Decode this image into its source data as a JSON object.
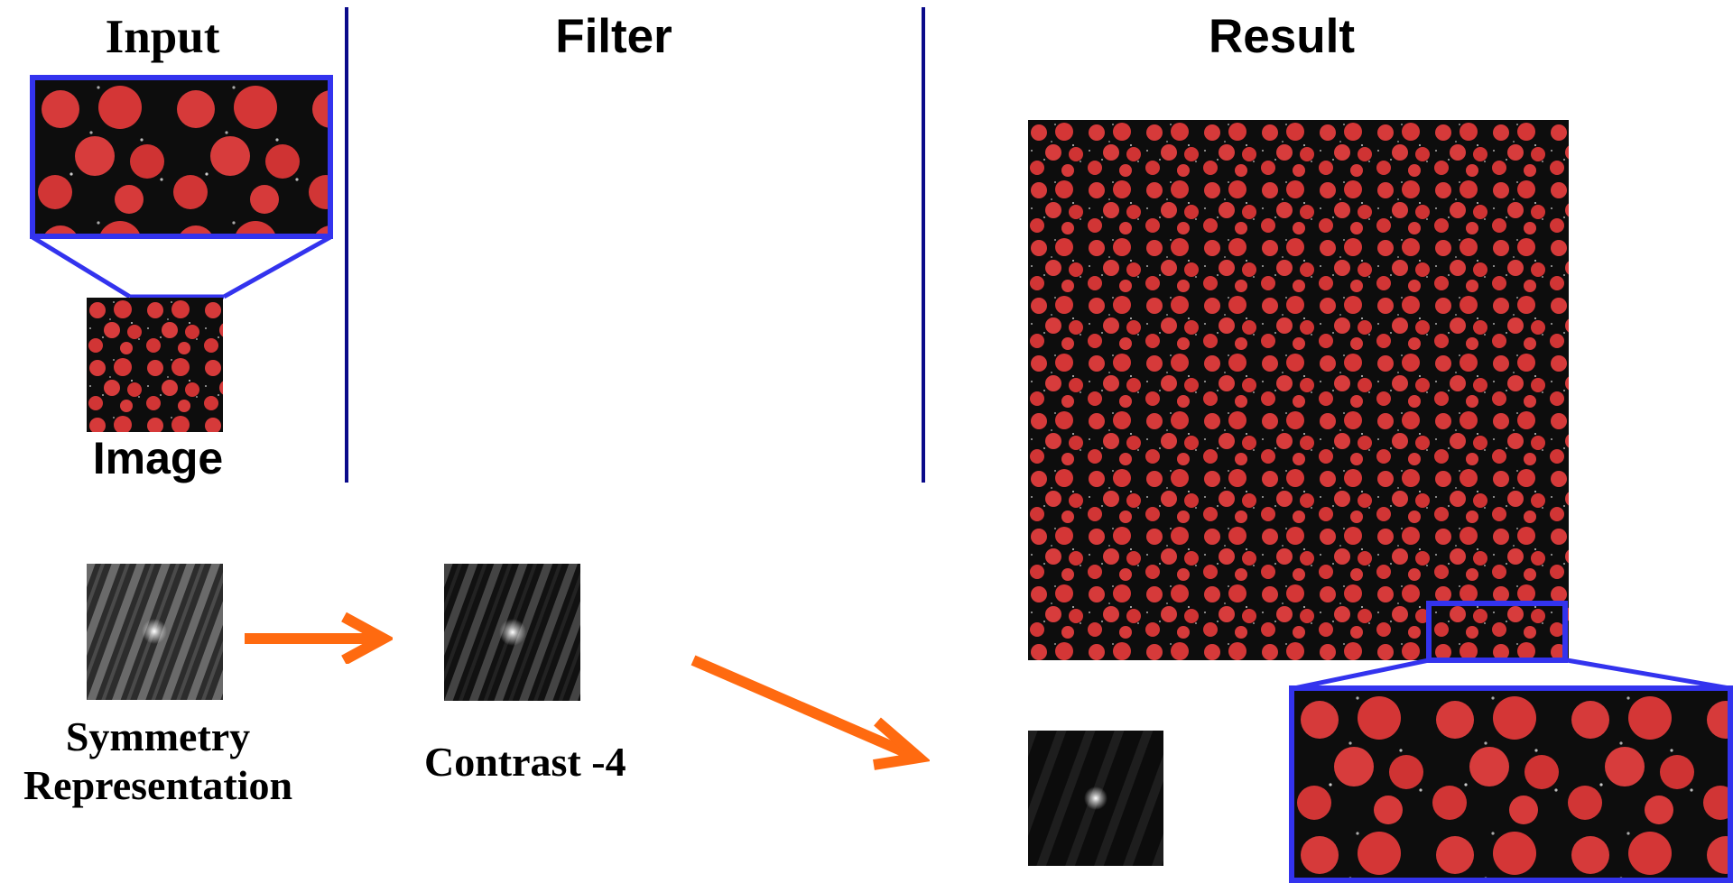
{
  "headers": {
    "input": "Input",
    "filter": "Filter",
    "result": "Result"
  },
  "labels": {
    "image": "Image",
    "symmetry_line1": "Symmetry",
    "symmetry_line2": "Representation",
    "contrast": "Contrast -4"
  },
  "colors": {
    "divider": "#0a0a8a",
    "zoom_frame": "#3333ee",
    "arrow": "#ff6a10",
    "blob": "#d63a3a",
    "background_texture": "#0d0d0d"
  },
  "icons": [
    "arrow-right-icon",
    "arrow-down-right-icon"
  ]
}
